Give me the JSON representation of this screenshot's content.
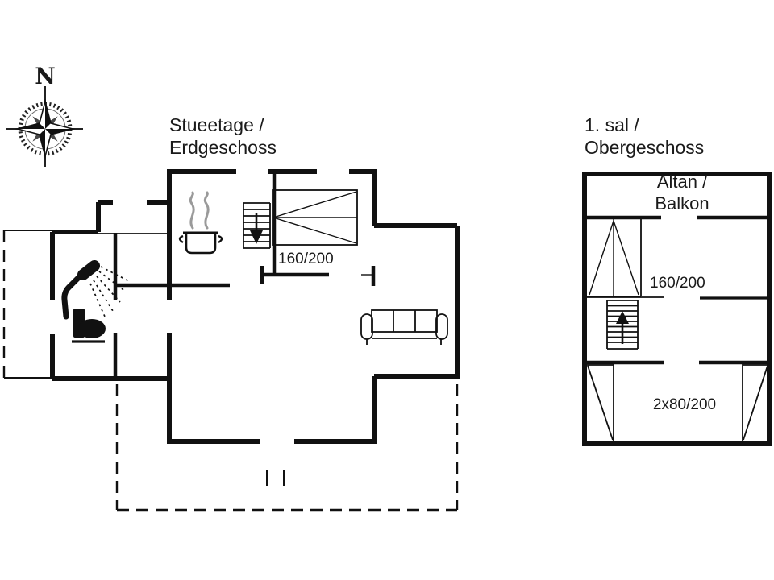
{
  "compass": {
    "north": "N"
  },
  "ground_floor": {
    "title_line1": "Stueetage /",
    "title_line2": "Erdgeschoss",
    "bed_size": "160/200"
  },
  "upper_floor": {
    "title_line1": "1. sal /",
    "title_line2": "Obergeschoss",
    "balcony_label_line1": "Altan /",
    "balcony_label_line2": "Balkon",
    "bed_size": "160/200",
    "twin_bed_size": "2x80/200"
  },
  "colors": {
    "ink": "#111111",
    "steam_gray": "#9a9a9a",
    "background": "#ffffff"
  }
}
